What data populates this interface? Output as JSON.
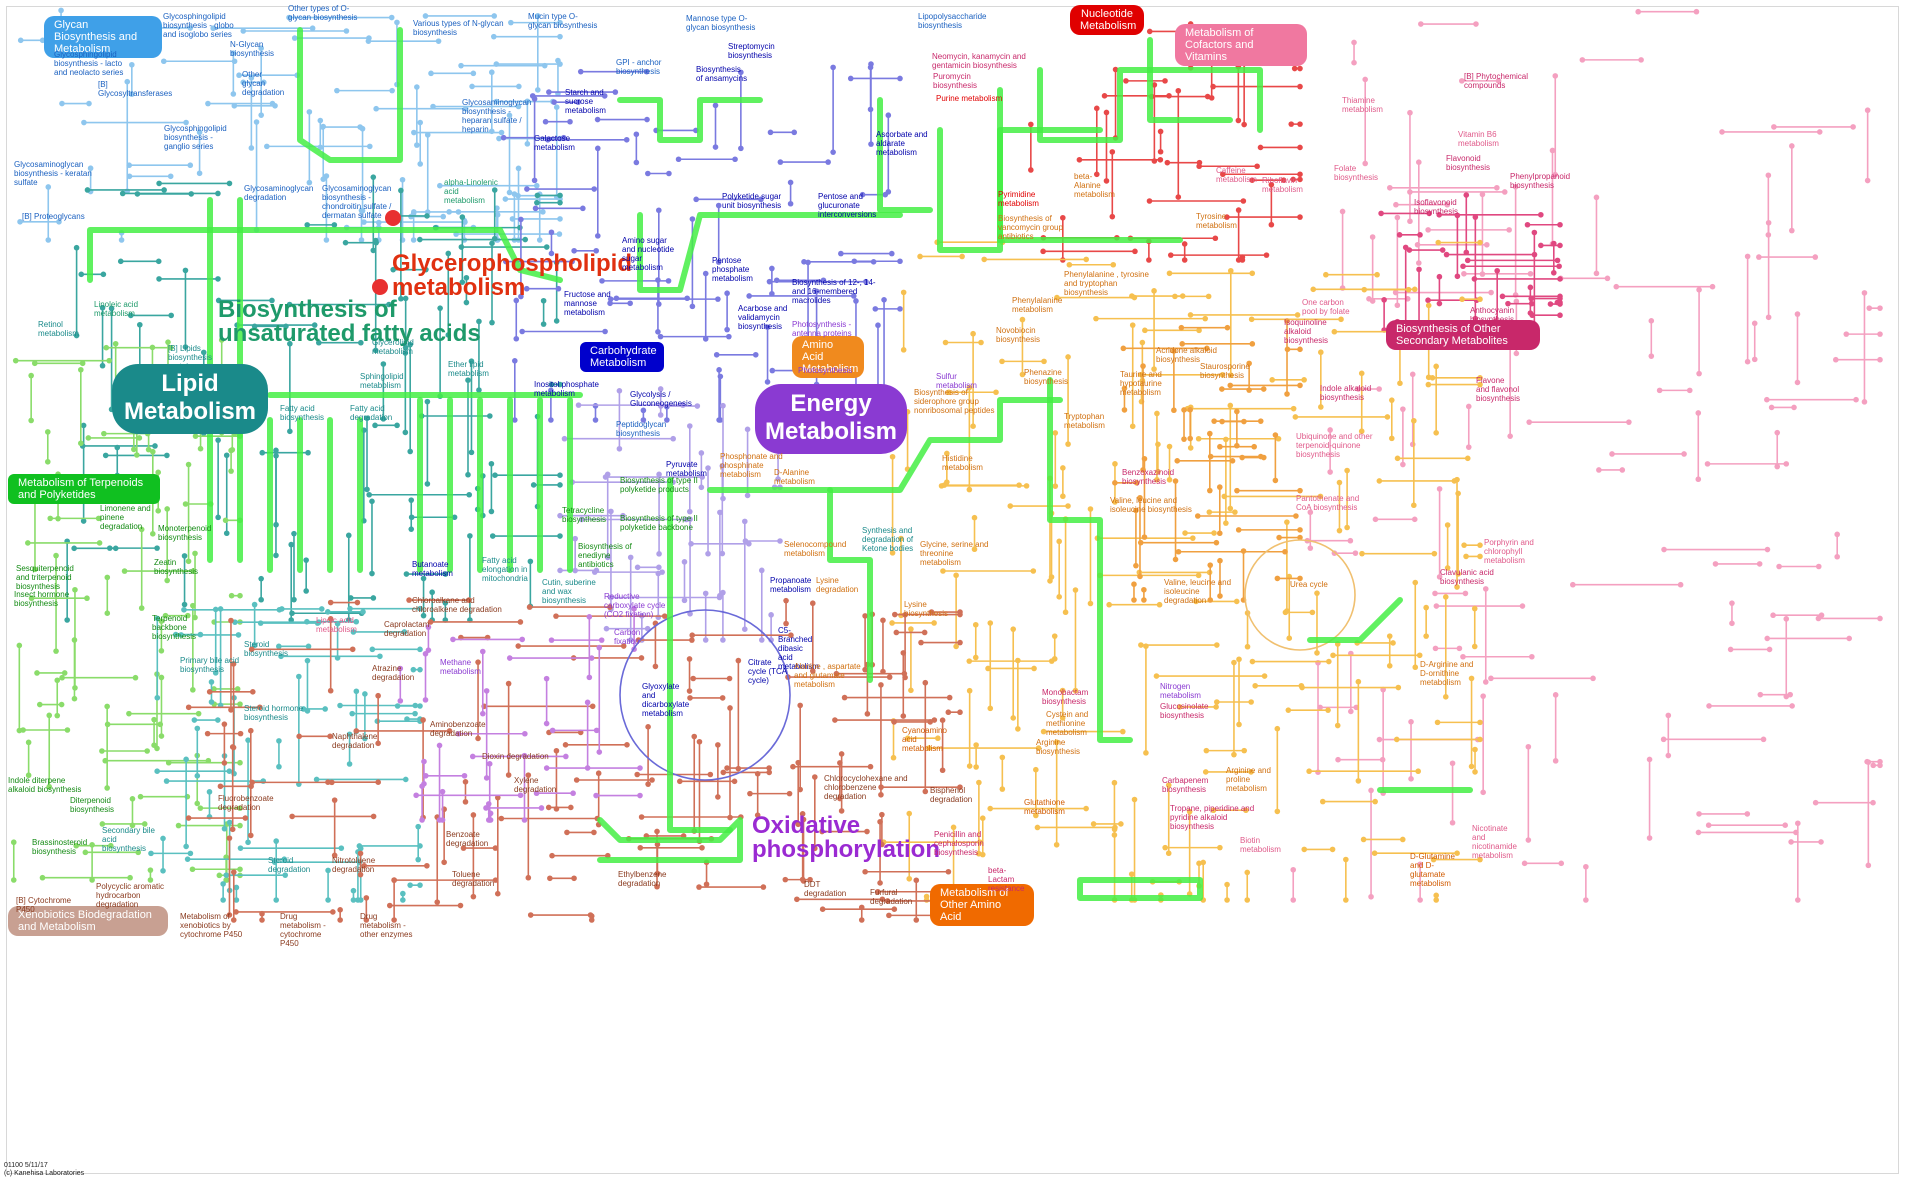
{
  "colors": {
    "glycan": "#3fa0e8",
    "lipid": "#1a8a8a",
    "carbohydrate": "#0000cc",
    "energy": "#8a3ad2",
    "nucleotide": "#e00000",
    "amino": "#f08a1e",
    "cofactors": "#f078a0",
    "terpenoids": "#10c020",
    "secondary": "#c8286a",
    "xenobiotics": "#c8a092",
    "other_amino": "#f06a00",
    "highlight": "#44ee44",
    "glycero": "#e03010",
    "unsat": "#1e9a6a",
    "oxphos": "#9a2ad2"
  },
  "categories": {
    "glycan": "Glycan Biosynthesis and Metabolism",
    "nucleotide": "Nucleotide Metabolism",
    "cofactors": "Metabolism of Cofactors and Vitamins",
    "carbohydrate": "Carbohydrate Metabolism",
    "amino": "Amino Acid Metabolism",
    "terpenoids": "Metabolism of Terpenoids and Polyketides",
    "secondary": "Biosynthesis of Other Secondary Metabolites",
    "xenobiotics": "Xenobiotics Biodegradation and Metabolism",
    "other_amino": "Metabolism of Other Amino Acid"
  },
  "big_labels": {
    "lipid": "Lipid Metabolism",
    "energy": "Energy Metabolism"
  },
  "highlights": {
    "glycerophospholipid": "Glycerophospholipid metabolism",
    "unsaturated": "Biosynthesis of unsaturated fatty acids",
    "oxphos": "Oxidative phosphorylation"
  },
  "pathway_labels": {
    "glycosphingolipid_globo": "Glycosphingolipid biosynthesis - globo and isoglobo series",
    "o_glycan_other": "Other types of O-glycan biosynthesis",
    "n_glycan_various": "Various types of N-glycan biosynthesis",
    "mucin_o_glycan": "Mucin type O-glycan biosynthesis",
    "mannose_o_glycan": "Mannose type O-glycan biosynthesis",
    "lipopolysaccharide": "Lipopolysaccharide biosynthesis",
    "glycosphingolipid_lacto": "Glycosphingolipid biosynthesis - lacto and neolacto series",
    "n_glycan": "N-Glycan biosynthesis",
    "other_glycan_deg": "Other glycan degradation",
    "glycosyltransferases": "[B] Glycosyltransferases",
    "gpi_anchor": "GPI - anchor biosynthesis",
    "starch_sucrose": "Starch and sucrose metabolism",
    "streptomycin": "Streptomycin biosynthesis",
    "neomycin": "Neomycin, kanamycin and gentamicin biosynthesis",
    "ansamycins": "Biosynthesis of ansamycins",
    "puromycin": "Puromycin biosynthesis",
    "purine": "Purine metabolism",
    "phytochemical": "[B] Phytochemical compounds",
    "thiamine": "Thiamine metabolism",
    "vitamin_b6": "Vitamin B6 metabolism",
    "glycosphingolipid_ganglio": "Glycosphingolipid biosynthesis - ganglio series",
    "glycosaminoglycan_heparan": "Glycosaminoglycan biosynthesis - heparan sulfate / heparin",
    "galactose": "Galactose metabolism",
    "ascorbate": "Ascorbate and aldarate metabolism",
    "glycosaminoglycan_keratan": "Glycosaminoglycan biosynthesis - keratan sulfate",
    "glycosaminoglycan_deg": "Glycosaminoglycan degradation",
    "glycosaminoglycan_chondroitin": "Glycosaminoglycan biosynthesis - chondroitin sulfate / dermatan sulfate",
    "alpha_linolenic": "alpha-Linolenic acid metabolism",
    "proteoglycans": "[B] Proteoglycans",
    "polyketide_sugar": "Polyketide sugar unit biosynthesis",
    "pentose_glucuronate": "Pentose and glucuronate interconversions",
    "beta_alanine": "beta-Alanine metabolism",
    "pyrimidine": "Pyrimidine metabolism",
    "caffeine": "Caffeine metabolism",
    "riboflavin": "Riboflavin metabolism",
    "folate": "Folate biosynthesis",
    "flavonoid": "Flavonoid biosynthesis",
    "phenylpropanoid": "Phenylpropanoid biosynthesis",
    "vancomycin": "Biosynthesis of vancomycin group antibiotics",
    "tyrosine": "Tyrosine metabolism",
    "isoflavonoid": "Isoflavonoid biosynthesis",
    "amino_nucleotide_sugar": "Amino sugar and nucleotide sugar metabolism",
    "pentose_phosphate": "Pentose phosphate metabolism",
    "macrolides": "Biosynthesis of 12-, 14- and 16-membered macrolides",
    "phe_tyr_trp": "Phenylalanine , tyrosine and tryptophan biosynthesis",
    "linoleic": "Linoleic acid metabolism",
    "fructose_mannose": "Fructose and mannose metabolism",
    "acarbose": "Acarbose and validamycin biosynthesis",
    "phenylalanine": "Phenylalanine metabolism",
    "one_carbon": "One carbon pool by folate",
    "anthocyanin": "Anthocyanin biosynthesis",
    "isoquinoline": "Isoquinoline alkaloid biosynthesis",
    "retinol": "Retinol metabolism",
    "lipids_biosynthesis": "[B] Lipids biosynthesis proteins",
    "glycerolipid": "Glycerolipid metabolism",
    "photosynthesis_antenna": "Photosynthesis - antenna proteins",
    "novobiocin": "Novobiocin biosynthesis",
    "acridone": "Acridone alkaloid biosynthesis",
    "ether_lipid": "Ether lipid metabolism",
    "sphingolipid": "Sphingolipid metabolism",
    "inositol_phosphate": "Inositol phosphate metabolism",
    "photosynthesis": "Photosynthesis",
    "sulfur": "Sulfur metabolism",
    "phenazine": "Phenazine biosynthesis",
    "taurine": "Taurine and hypotaurine metabolism",
    "staurosporine": "Staurosporine biosynthesis",
    "indole_alkaloid": "Indole alkaloid biosynthesis",
    "flavone": "Flavone and flavonol biosynthesis",
    "glycolysis": "Glycolysis / Gluconeogenesis",
    "siderophore": "Biosynthesis of siderophore group nonribosomal peptides",
    "fatty_acid_biosynthesis": "Fatty acid biosynthesis",
    "fatty_acid_degradation": "Fatty acid degradation",
    "peptidoglycan": "Peptidoglycan biosynthesis",
    "tryptophan": "Tryptophan metabolism",
    "ubiquinone": "Ubiquinone and other terpenoid-quinone biosynthesis",
    "phosphonate": "Phosphonate and phosphinate metabolism",
    "d_alanine": "D-Alanine metabolism",
    "pyruvate": "Pyruvate metabolism",
    "histidine": "Histidine metabolism",
    "benzoxazinoid": "Benzoxazinoid biosynthesis",
    "polyketide_ii": "Biosynthesis of type II polyketide products",
    "tetracycline": "Tetracycline biosynthesis",
    "polyketide_ii_backbone": "Biosynthesis of type II polyketide backbone",
    "pantothenate": "Pantothenate and CoA biosynthesis",
    "val_leu_ile_bio": "Valine, leucine and isoleucine biosynthesis",
    "limonene": "Limonene and pinene degradation",
    "monoterpenoid": "Monoterpenoid biosynthesis",
    "enediyne": "Biosynthesis of enediyne antibiotics",
    "selenocompound": "Selenocompound metabolism",
    "ketone_bodies": "Synthesis and degradation of Ketone bodies",
    "gly_ser_thr": "Glycine, serine and threonine metabolism",
    "porphyrin": "Porphyrin and chlorophyll metabolism",
    "zeatin": "Zeatin biosynthesis",
    "butanoate": "Butanoate metabolism",
    "fatty_acid_elongation": "Fatty acid elongation in mitochondria",
    "sesquiterpenoid": "Sesquiterpenoid and triterpenoid biosynthesis",
    "cutin": "Cutin, suberine and wax biosynthesis",
    "propanoate": "Propanoate metabolism",
    "lysine_deg": "Lysine degradation",
    "urea_cycle": "Urea cycle",
    "clavulanic": "Clavulanic acid biosynthesis",
    "insect_hormone": "Insect hormone biosynthesis",
    "reductive_carboxylate": "Reductive carboxylate cycle (CO2 fixation)",
    "chloroalkane": "Chloroalkane and chloroalkene degradation",
    "val_leu_ile_deg": "Valine, leucine and isoleucine degradation",
    "lysine_bio": "Lysine biosynthesis",
    "terpenoid_backbone": "Terpenoid backbone biosynthesis",
    "lipoic": "Lipoic acid metabolism",
    "caprolactam": "Caprolactam degradation",
    "steroid_bio": "Steroid biosynthesis",
    "carbon_fixation": "Carbon fixation",
    "c5_branched": "C5-Branched dibasic acid metabolism",
    "primary_bile": "Primary bile acid biosynthesis",
    "methane": "Methane metabolism",
    "atrazine": "Atrazine degradation",
    "citrate_cycle": "Citrate cycle (TCA cycle)",
    "ala_asp_glu": "Alanine , aspartate and glutamate metabolism",
    "d_arginine": "D-Arginine and D-ornithine metabolism",
    "glyoxylate": "Glyoxylate and dicarboxylate metabolism",
    "nitrogen": "Nitrogen metabolism",
    "steroid_hormone": "Steroid hormone biosynthesis",
    "monobactam": "Monobactam biosynthesis",
    "glucosinolate": "Glucosinolate biosynthesis",
    "cys_met": "Cystein and methionine metabolism",
    "aminobenzoate": "Aminobenzoate degradation",
    "naphthalene": "Naphthalene degradation",
    "cyanoamino": "Cyanoamino acid metabolism",
    "arginine_bio": "Arginine biosynthesis",
    "dioxin": "Dioxin degradation",
    "xylene": "Xylene degradation",
    "indole_diterpene": "Indole diterpene alkaloid biosynthesis",
    "chlorocyclohexane": "Chlorocyclohexane and chlorobenzene degradation",
    "arg_pro": "Arginine and proline metabolism",
    "carbapenem": "Carbapenem biosynthesis",
    "diterpenoid": "Diterpenoid biosynthesis",
    "fluorobenzoate": "Fluorobenzoate degradation",
    "bisphenol": "Bisphenol degradation",
    "glutathione": "Glutathione metabolism",
    "tropane": "Tropane, piperidine and pyridine alkaloid biosynthesis",
    "nicotinate": "Nicotinate and nicotinamide metabolism",
    "secondary_bile": "Secondary bile acid biosynthesis",
    "brassinosteroid": "Brassinosteroid biosynthesis",
    "benzoate": "Benzoate degradation",
    "penicillin": "Penicillin and cephalosporin biosynthesis",
    "biotin": "Biotin metabolism",
    "d_glutamine": "D-Glutamine and D-glutamate metabolism",
    "steroid_deg": "Steroid degradation",
    "nitrotoluene": "Nitrotoluene degradation",
    "beta_lactam": "beta-Lactam resistance",
    "toluene": "Toluene degradation",
    "ethylbenzene": "Ethylbenzene degradation",
    "ddt": "DDT degradation",
    "polycyclic_aromatic": "Polycyclic aromatic hydrocarbon degradation",
    "furfural": "Furfural degradation",
    "cytochrome_p450": "[B] Cytochrome P450",
    "xenobiotics_p450": "Metabolism of xenobiotics by cytochrome P450",
    "drug_p450": "Drug metabolism - cytochrome P450",
    "drug_other": "Drug metabolism - other enzymes"
  },
  "footer": {
    "map_id": "01100 5/11/17",
    "copyright": "(c) Kanehisa Laboratories"
  }
}
